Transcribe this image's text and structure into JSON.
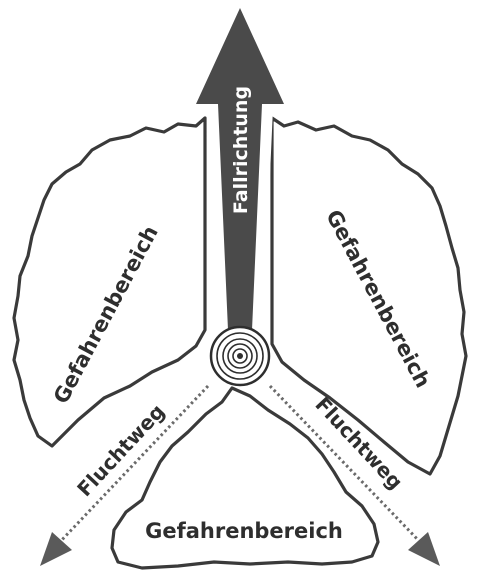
{
  "arrow": {
    "label": "Fallrichtung",
    "color": "#4a4a4a"
  },
  "danger_zones": {
    "left": "Gefahrenbereich",
    "right": "Gefahrenbereich",
    "bottom": "Gefahrenbereich"
  },
  "escape_routes": {
    "left": "Fluchtweg",
    "right": "Fluchtweg"
  },
  "tree_stump": {
    "icon": "tree-rings-icon"
  }
}
